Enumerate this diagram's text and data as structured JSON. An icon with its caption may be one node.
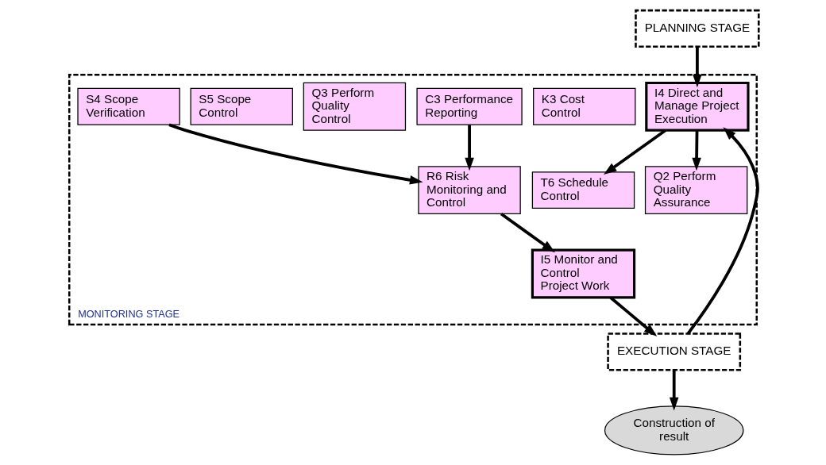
{
  "diagram": {
    "nodes": [
      {
        "text": [
          "PLANNING STAGE"
        ]
      },
      {
        "text": [
          "MONITORING STAGE"
        ]
      },
      {
        "text": [
          "I4 Direct and Manage Project Execution"
        ],
        "in": 1
      },
      {
        "text": [
          "T6 Schedule Control"
        ],
        "in": 1
      },
      {
        "text": [
          "K3 Cost Control"
        ],
        "in": 1
      },
      {
        "text": [
          "C3 Performance Reporting"
        ],
        "in": 1
      },
      {
        "text": [
          "Q2 Perform Quality Assurance"
        ],
        "in": 1
      },
      {
        "text": [
          "Q3 Perform Quality Control"
        ],
        "in": 1
      },
      {
        "text": [
          "S5 Scope Control"
        ],
        "in": 1
      },
      {
        "text": [
          "S4 Scope Verification"
        ],
        "in": 1
      },
      {
        "text": [
          "R6 Risk Monitoring and Control"
        ],
        "in": 1
      },
      {
        "text": [
          "I5 Monitor and Control Project Work"
        ],
        "in": 1
      },
      {
        "text": [
          "EXECUTION STAGE"
        ]
      },
      {
        "text": [
          "Construction of result"
        ]
      }
    ],
    "edges": [
      {
        "from": 0,
        "to": 2,
        "arrow": "to"
      },
      {
        "from": 2,
        "to": 3,
        "arrow": "to"
      },
      {
        "from": 2,
        "to": 6,
        "arrow": "to"
      },
      {
        "from": 5,
        "to": 10,
        "arrow": "to"
      },
      {
        "from": 9,
        "to": 10,
        "arrow": "to"
      },
      {
        "from": 10,
        "to": 11,
        "arrow": "to"
      },
      {
        "from": 11,
        "to": 12,
        "arrow": "to"
      },
      {
        "from": 12,
        "to": 2,
        "arrow": "to"
      },
      {
        "from": 12,
        "to": 13,
        "arrow": "to"
      }
    ]
  }
}
